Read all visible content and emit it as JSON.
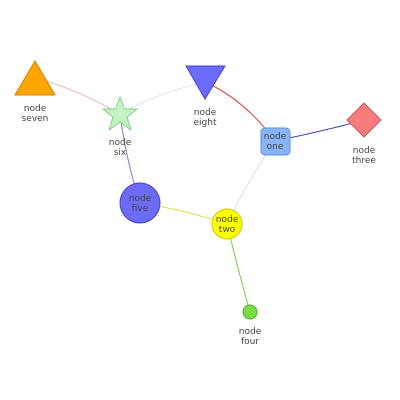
{
  "nodes": [
    {
      "id": "one",
      "label_line1": "node",
      "label_line2": "one",
      "shape": "rounded-square",
      "color": "#8ab4f8",
      "stroke": "#5b8fd8"
    },
    {
      "id": "two",
      "label_line1": "node",
      "label_line2": "two",
      "shape": "circle",
      "color": "#ffff00",
      "stroke": "#cccc00"
    },
    {
      "id": "three",
      "label_line1": "node",
      "label_line2": "three",
      "shape": "diamond",
      "color": "#f47c7c",
      "stroke": "#d05a5a"
    },
    {
      "id": "four",
      "label_line1": "node",
      "label_line2": "four",
      "shape": "small-circle",
      "color": "#77dd44",
      "stroke": "#55aa22"
    },
    {
      "id": "five",
      "label_line1": "node",
      "label_line2": "five",
      "shape": "circle",
      "color": "#6b6bf5",
      "stroke": "#4444c8"
    },
    {
      "id": "six",
      "label_line1": "node",
      "label_line2": "six",
      "shape": "star",
      "color": "#c3f5c3",
      "stroke": "#88cc88"
    },
    {
      "id": "seven",
      "label_line1": "node",
      "label_line2": "seven",
      "shape": "triangle-up",
      "color": "#ffa500",
      "stroke": "#cc8400"
    },
    {
      "id": "eight",
      "label_line1": "node",
      "label_line2": "eight",
      "shape": "triangle-down",
      "color": "#6b6bff",
      "stroke": "#4444cc"
    }
  ],
  "edges": [
    {
      "from": "seven",
      "to": "six",
      "color": "#f2b8b8"
    },
    {
      "from": "six",
      "to": "eight",
      "color": "#e6e6e6"
    },
    {
      "from": "eight",
      "to": "one",
      "color": "#e03c3c"
    },
    {
      "from": "one",
      "to": "three",
      "color": "#3c3cb4"
    },
    {
      "from": "one",
      "to": "two",
      "color": "#dcdcdc"
    },
    {
      "from": "six",
      "to": "five",
      "color": "#7a7ac8"
    },
    {
      "from": "five",
      "to": "two",
      "color": "#dddd55"
    },
    {
      "from": "two",
      "to": "four",
      "color": "#77cc44"
    }
  ]
}
